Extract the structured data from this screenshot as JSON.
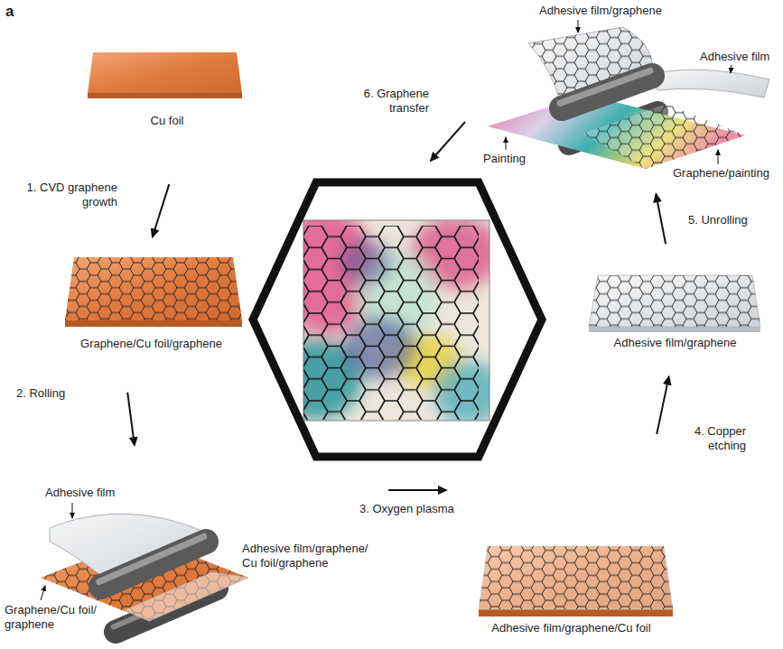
{
  "diagram": {
    "nodes": [
      {
        "text": [
          "Cu foil"
        ]
      },
      {
        "text": [
          "Graphene/Cu foil/graphene"
        ]
      },
      {
        "text": [
          "Adhesive film",
          "Adhesive film/graphene/ Cu foil/graphene",
          "Graphene/Cu foil/ graphene"
        ]
      },
      {
        "text": [
          "Adhesive film/graphene/Cu foil"
        ]
      },
      {
        "text": [
          "Adhesive film/graphene"
        ]
      },
      {
        "text": [
          "Adhesive film/graphene",
          "Adhesive film",
          "Painting",
          "Graphene/painting"
        ]
      }
    ],
    "edges": [
      {
        "from": 0,
        "to": 1,
        "arrow": "to",
        "label": "1. CVD graphene growth"
      },
      {
        "from": 1,
        "to": 2,
        "arrow": "to",
        "label": "2. Rolling"
      },
      {
        "from": 2,
        "to": 3,
        "arrow": "to",
        "label": "3. Oxygen plasma"
      },
      {
        "from": 3,
        "to": 4,
        "arrow": "to",
        "label": "4. Copper etching"
      },
      {
        "from": 4,
        "to": 5,
        "arrow": "to",
        "label": "5. Unrolling"
      }
    ],
    "labels": [
      "a",
      "6. Graphene transfer"
    ]
  }
}
